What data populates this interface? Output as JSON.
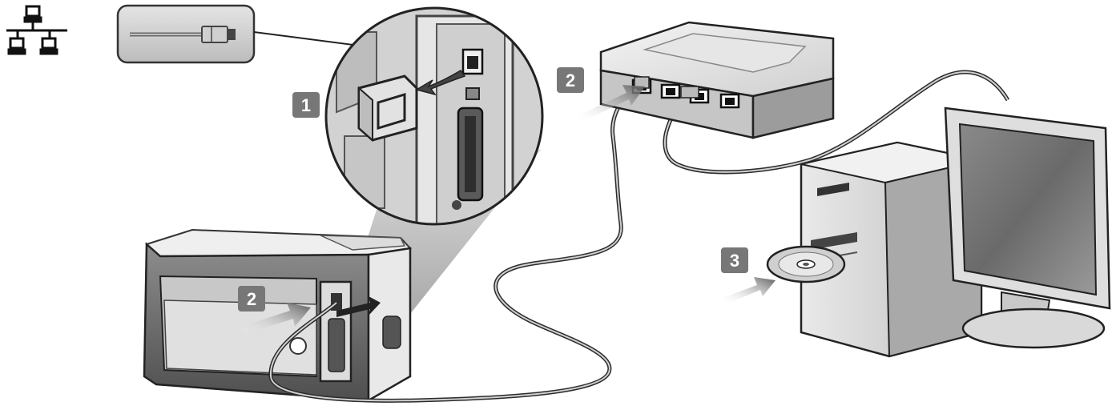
{
  "steps": {
    "remove_plug": "1",
    "connect_router": "2",
    "connect_printer": "2",
    "insert_cd": "3"
  },
  "icons": {
    "network": "network-icon",
    "cable_end": "ethernet-cable-end-icon",
    "router": "router-icon",
    "printer": "printer-icon",
    "computer_tower": "computer-tower-icon",
    "monitor": "monitor-icon",
    "cd": "cd-icon"
  },
  "colors": {
    "badge_fill": "#777777",
    "line": "#2b2b2b",
    "device_light": "#e8e8e8",
    "device_mid": "#bdbdbd",
    "device_dark": "#6e6e6e"
  }
}
